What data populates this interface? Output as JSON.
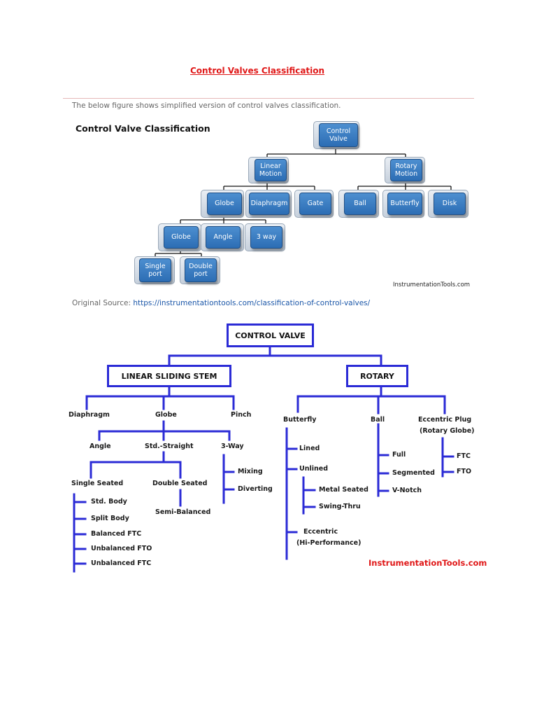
{
  "page": {
    "title": "Control Valves Classification",
    "intro": "The below figure shows simplified version of control valves classification.",
    "source_label": "Original Source:",
    "source_url": "https://instrumentationtools.com/classification-of-control-valves/"
  },
  "figure1": {
    "title": "Control Valve Classification",
    "watermark": "InstrumentationTools.com",
    "nodes": {
      "control_valve": [
        "Control",
        "Valve"
      ],
      "linear_motion": [
        "Linear",
        "Motion"
      ],
      "rotary_motion": [
        "Rotary",
        "Motion"
      ],
      "globe": "Globe",
      "diaphragm": "Diaphragm",
      "gate": "Gate",
      "ball": "Ball",
      "butterfly": "Butterfly",
      "disk": "Disk",
      "globe_sub": "Globe",
      "angle": "Angle",
      "three_way": "3 way",
      "single_port": [
        "Single",
        "port"
      ],
      "double_port": [
        "Double",
        "port"
      ]
    },
    "colors": {
      "box": "#3a7cc4",
      "frame": "#d6dde6"
    }
  },
  "figure2": {
    "watermark": "InstrumentationTools.com",
    "root": "CONTROL VALVE",
    "linear": "LINEAR SLIDING STEM",
    "rotary": "ROTARY",
    "diaphragm": "Diaphragm",
    "globe": "Globe",
    "pinch": "Pinch",
    "angle": "Angle",
    "std_straight": "Std.-Straight",
    "three_way": "3-Way",
    "mixing": "Mixing",
    "diverting": "Diverting",
    "single_seated": "Single Seated",
    "double_seated": "Double Seated",
    "semi_balanced": "Semi-Balanced",
    "single_items": [
      "Std. Body",
      "Split Body",
      "Balanced FTC",
      "Unbalanced FTO",
      "Unbalanced FTC"
    ],
    "butterfly": "Butterfly",
    "lined": "Lined",
    "unlined": "Unlined",
    "metal_seated": "Metal Seated",
    "swing_thru": "Swing-Thru",
    "eccentric": "Eccentric",
    "hi_performance": "(Hi-Performance)",
    "ball": "Ball",
    "ball_items": [
      "Full",
      "Segmented",
      "V-Notch"
    ],
    "eccentric_plug": "Eccentric Plug",
    "rotary_globe": "(Rotary Globe)",
    "plug_items": [
      "FTC",
      "FTO"
    ],
    "colors": {
      "line": "#2b2bd6",
      "watermark": "#e01818"
    }
  }
}
